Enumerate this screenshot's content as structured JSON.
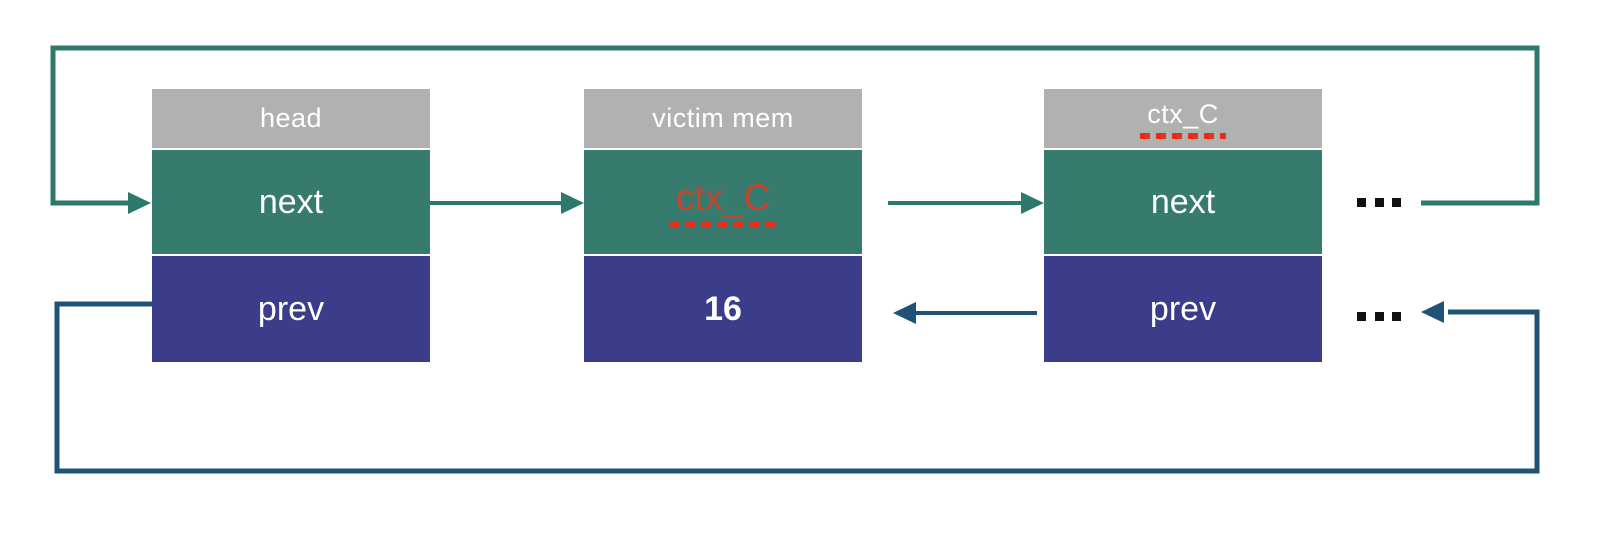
{
  "diagram": {
    "description": "circular doubly linked list",
    "nodes": [
      {
        "header": "head",
        "next": "next",
        "prev": "prev"
      },
      {
        "header": "victim mem",
        "next": "ctx_C",
        "prev": "16"
      },
      {
        "header": "ctx_C",
        "next": "next",
        "prev": "prev"
      }
    ],
    "ellipsis_next": "...",
    "ellipsis_prev": "..."
  },
  "colors": {
    "background": "#ffffff",
    "header_bg": "#b1b1b1",
    "next_bg": "#377b6f",
    "prev_bg": "#3b3d8b",
    "next_link": "#2d796d",
    "prev_link": "#1e5377",
    "cell_text": "#ffffff",
    "corrupt_text": "#c7442f",
    "corrupt_underline": "#e5301c",
    "ellipsis": "#111111"
  }
}
